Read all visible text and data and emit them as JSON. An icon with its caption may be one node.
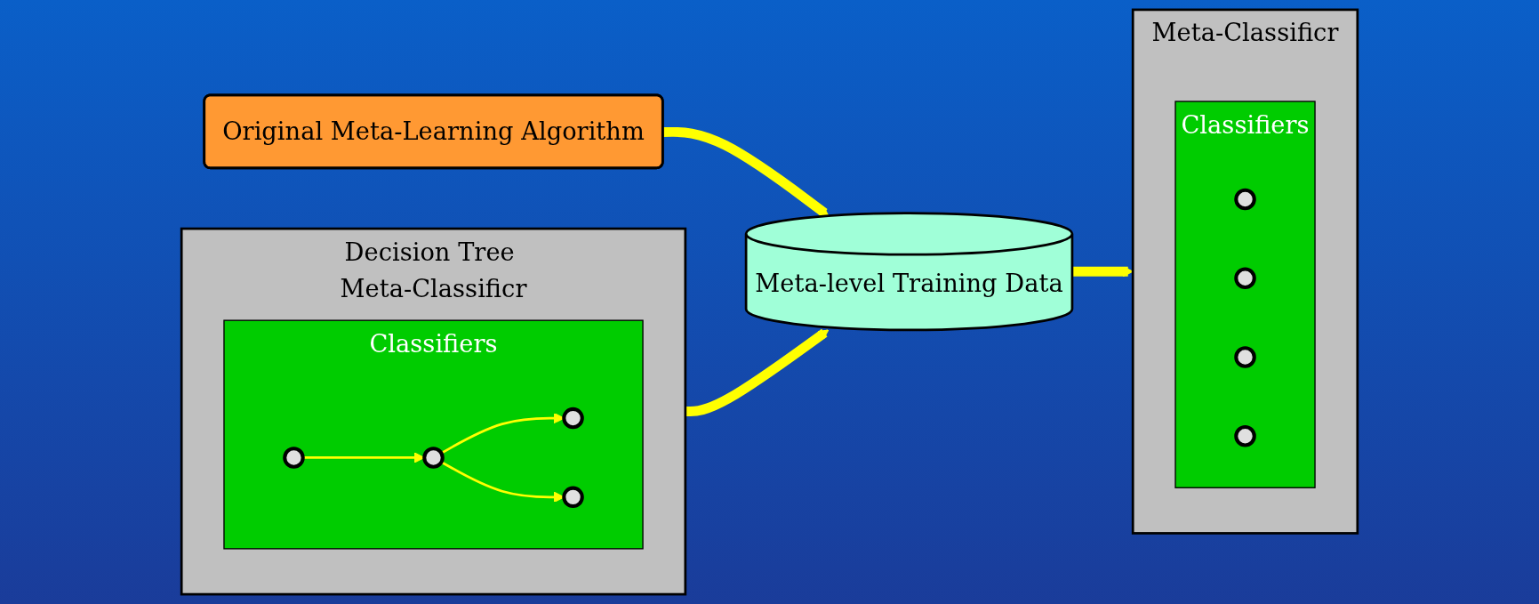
{
  "diagram": {
    "nodes": [
      {
        "text": [
          "Decision Tree Meta-Classificr"
        ]
      },
      {
        "text": [
          "Classifiers"
        ],
        "in": 0
      },
      {
        "text": [],
        "shape": "circle",
        "in": 1
      },
      {
        "text": [],
        "shape": "circle",
        "in": 1
      },
      {
        "text": [],
        "shape": "circle",
        "in": 1
      },
      {
        "text": [],
        "shape": "circle",
        "in": 1
      },
      {
        "text": [
          "Meta-level Training Data"
        ]
      },
      {
        "text": [
          "Meta-Classificr"
        ]
      },
      {
        "text": [
          "Classifiers"
        ],
        "in": 7
      },
      {
        "text": [],
        "shape": "circle",
        "in": 8
      },
      {
        "text": [],
        "shape": "circle",
        "in": 8
      },
      {
        "text": [],
        "shape": "circle",
        "in": 8
      },
      {
        "text": [],
        "shape": "circle",
        "in": 8
      },
      {
        "text": [
          "Original Meta-Learning Algorithm"
        ]
      }
    ],
    "edges": [
      {
        "from": 2,
        "to": 3,
        "arrow": "to"
      },
      {
        "from": 3,
        "to": 4,
        "arrow": "to"
      },
      {
        "from": 3,
        "to": 5,
        "arrow": "to"
      },
      {
        "from": 0,
        "to": 6,
        "arrow": "to",
        "style": "thick"
      },
      {
        "from": 6,
        "to": 7,
        "arrow": "to",
        "style": "thick"
      },
      {
        "from": 13,
        "to": 6,
        "arrow": "to",
        "style": "thick"
      }
    ]
  }
}
